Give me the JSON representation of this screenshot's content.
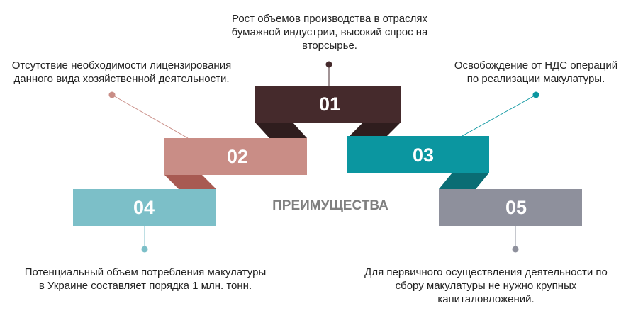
{
  "center_label": "ПРЕИМУЩЕСТВА",
  "steps": [
    {
      "number": "01",
      "color": "#452a2c",
      "caption_lines": [
        "Рост объемов производства в отраслях",
        "бумажной индустрии, высокий спрос на",
        "вторсырье."
      ]
    },
    {
      "number": "02",
      "color": "#c98d86",
      "caption_lines": [
        "Отсутствие необходимости лицензирования",
        "данного вида хозяйственной деятельности."
      ]
    },
    {
      "number": "03",
      "color": "#0b96a0",
      "caption_lines": [
        "Освобождение от НДС операций",
        "по реализации макулатуры."
      ]
    },
    {
      "number": "04",
      "color": "#7cbfc8",
      "caption_lines": [
        "Потенциальный объем потребления макулатуры",
        "в Украине составляет порядка 1 млн. тонн."
      ]
    },
    {
      "number": "05",
      "color": "#8e909c",
      "caption_lines": [
        "Для первичного осуществления деятельности по",
        "сбору макулатуры не нужно крупных",
        "капиталовложений."
      ]
    }
  ]
}
